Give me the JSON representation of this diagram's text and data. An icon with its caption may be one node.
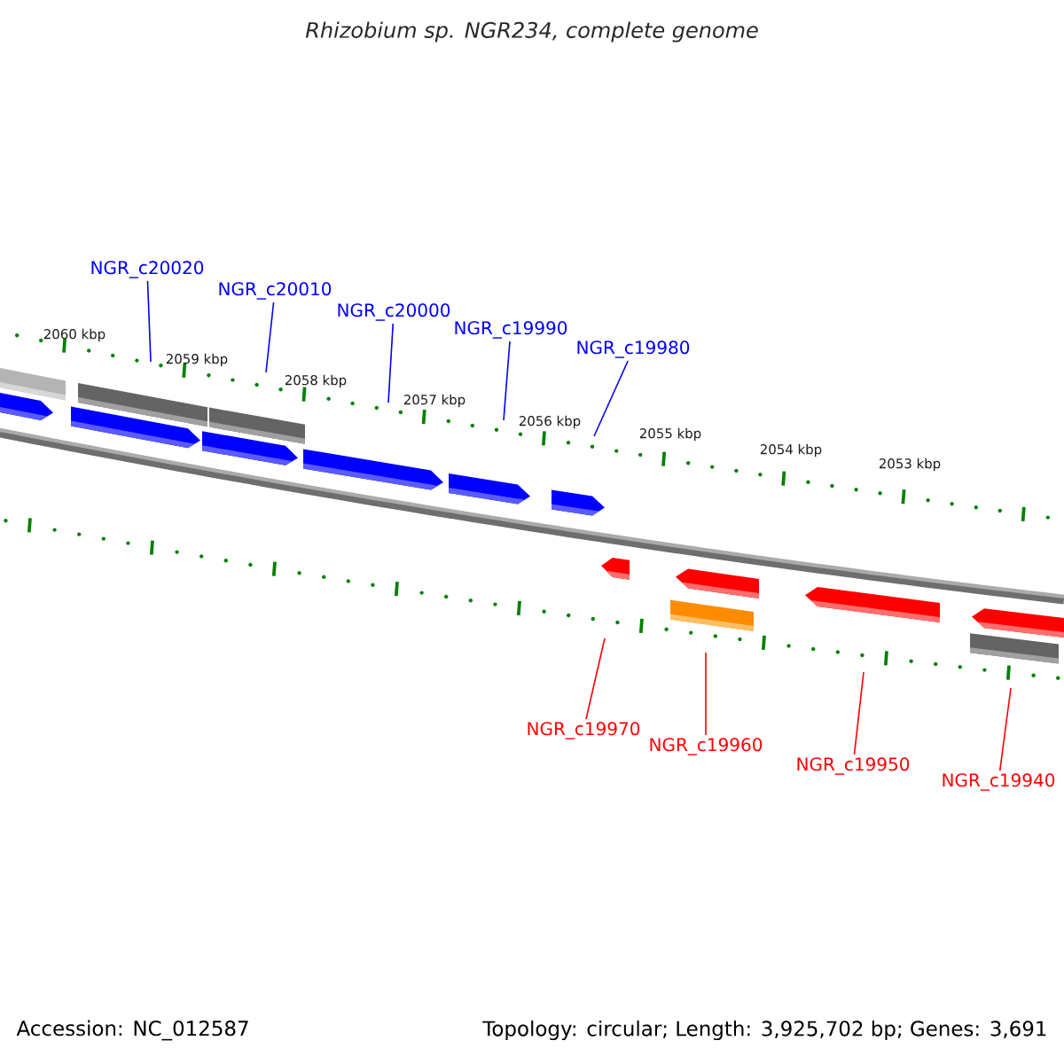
{
  "diagram": {
    "title": "Rhizobium sp. NGR234, complete genome",
    "nodes": [
      {
        "text": [
          "NGR_c20020"
        ]
      },
      {
        "text": [
          "NGR_c20010"
        ]
      },
      {
        "text": [
          "NGR_c20000"
        ]
      },
      {
        "text": [
          "NGR_c19990"
        ]
      },
      {
        "text": [
          "NGR_c19980"
        ]
      },
      {
        "text": [
          "NGR_c19970"
        ]
      },
      {
        "text": [
          "NGR_c19960"
        ]
      },
      {
        "text": [
          "NGR_c19950"
        ]
      },
      {
        "text": [
          "NGR_c19940"
        ]
      }
    ],
    "edges": [
      {
        "from": 0,
        "to": null,
        "arrow": "none"
      },
      {
        "from": 1,
        "to": null,
        "arrow": "none"
      },
      {
        "from": 2,
        "to": null,
        "arrow": "none"
      },
      {
        "from": 3,
        "to": null,
        "arrow": "none"
      },
      {
        "from": 4,
        "to": null,
        "arrow": "none"
      },
      {
        "from": 5,
        "to": null,
        "arrow": "none",
        "color": "#ff0000"
      },
      {
        "from": 6,
        "to": null,
        "arrow": "none",
        "color": "#ff0000"
      },
      {
        "from": 7,
        "to": null,
        "arrow": "none",
        "color": "#ff0000"
      },
      {
        "from": 8,
        "to": null,
        "arrow": "none",
        "color": "#ff0000"
      }
    ],
    "labels": [
      "2060 kbp",
      "2059 kbp",
      "2058 kbp",
      "2057 kbp",
      "2056 kbp",
      "2055 kbp",
      "2054 kbp",
      "2053 kbp",
      "Accession: NC_012587",
      "Topology: circular; Length: 3,925,702 bp; Genes: 3,691"
    ]
  }
}
